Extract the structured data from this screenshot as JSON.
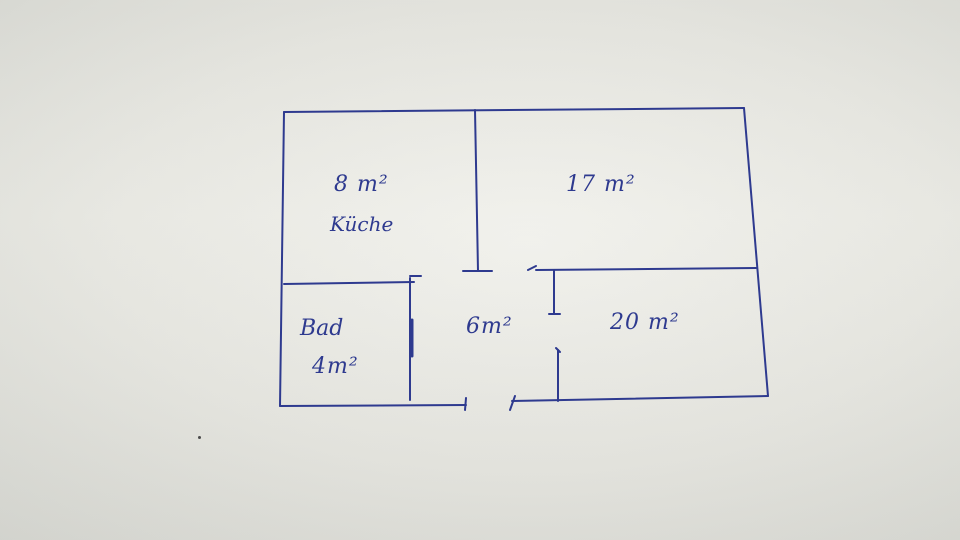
{
  "diagram": {
    "type": "floor-plan-sketch",
    "ink_color": "#2e3a8f",
    "paper_color": "#ebebe6",
    "rooms": {
      "kitchen": {
        "area": "8 m²",
        "name": "Küche"
      },
      "room_17": {
        "area": "17 m²"
      },
      "bathroom": {
        "name": "Bad",
        "area": "4m²"
      },
      "hallway": {
        "area": "6m²"
      },
      "room_20": {
        "area": "20 m²"
      }
    }
  }
}
